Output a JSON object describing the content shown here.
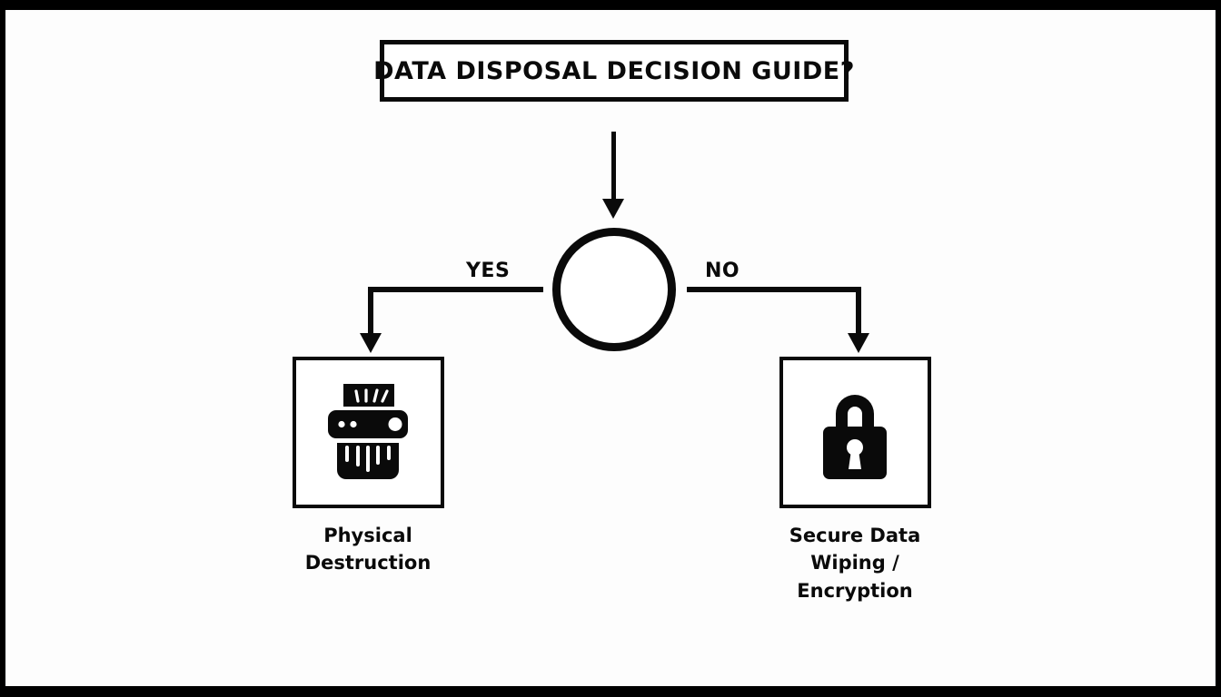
{
  "diagram": {
    "title": "DATA DISPOSAL DECISION GUIDE?",
    "decision_node": {
      "name": "decision-circle",
      "text": ""
    },
    "branches": [
      {
        "label": "YES",
        "side": "left"
      },
      {
        "label": "NO",
        "side": "right"
      }
    ],
    "outcomes": [
      {
        "icon": "paper-shredder-icon",
        "label_lines": [
          "Physical",
          "Destruction"
        ],
        "label": "Physical Destruction"
      },
      {
        "icon": "padlock-icon",
        "label_lines": [
          "Secure Data",
          "Wiping /",
          "Encryption"
        ],
        "label": "Secure Data Wiping / Encryption"
      }
    ]
  },
  "colors": {
    "ink": "#0a0a0a",
    "paper": "#fdfdfd",
    "letterbox": "#000000"
  }
}
